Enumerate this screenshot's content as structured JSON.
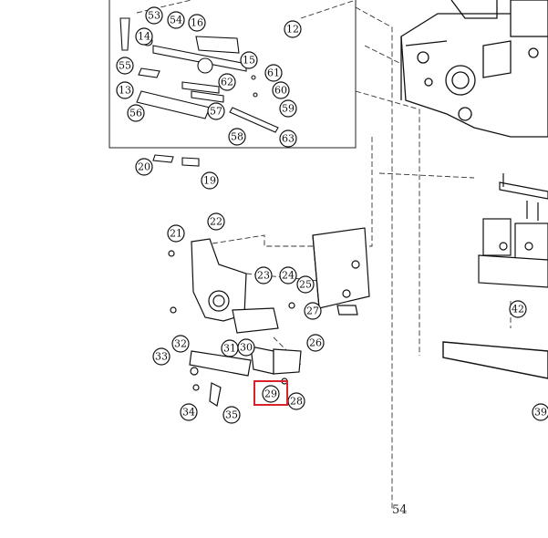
{
  "page_number": "54",
  "highlight_color": "#d8232a",
  "highlighted_part": "29",
  "callouts": [
    "53",
    "54",
    "16",
    "12",
    "14",
    "15",
    "55",
    "61",
    "62",
    "13",
    "60",
    "57",
    "56",
    "59",
    "58",
    "63",
    "20",
    "19",
    "21",
    "22",
    "23",
    "24",
    "25",
    "27",
    "26",
    "31",
    "30",
    "32",
    "33",
    "29",
    "28",
    "34",
    "35",
    "42",
    "39"
  ]
}
